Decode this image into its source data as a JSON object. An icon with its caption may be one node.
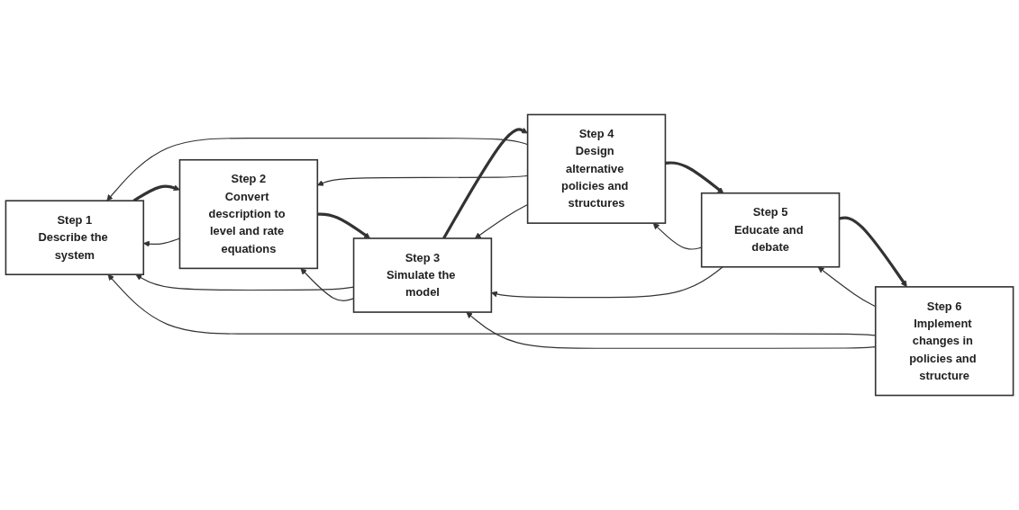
{
  "diagram": {
    "nodes": [
      {
        "text": [
          "Step 1",
          "Describe the system"
        ]
      },
      {
        "text": [
          "Step 2",
          "Convert description to level and rate equations"
        ]
      },
      {
        "text": [
          "Step 3",
          "Simulate the model"
        ]
      },
      {
        "text": [
          "Step 4",
          "Design alternative policies and structures"
        ]
      },
      {
        "text": [
          "Step 5",
          "Educate and debate"
        ]
      },
      {
        "text": [
          "Step 6",
          "Implement changes in policies and structure"
        ]
      }
    ],
    "edges": [
      {
        "from": 0,
        "to": 1,
        "arrow": "to",
        "style": "thick"
      },
      {
        "from": 1,
        "to": 2,
        "arrow": "to",
        "style": "thick"
      },
      {
        "from": 2,
        "to": 3,
        "arrow": "to",
        "style": "thick"
      },
      {
        "from": 3,
        "to": 4,
        "arrow": "to",
        "style": "thick"
      },
      {
        "from": 4,
        "to": 5,
        "arrow": "to",
        "style": "thick"
      },
      {
        "from": 3,
        "to": 0,
        "arrow": "to"
      },
      {
        "from": 3,
        "to": 1,
        "arrow": "to"
      },
      {
        "from": 3,
        "to": 2,
        "arrow": "to"
      },
      {
        "from": 4,
        "to": 3,
        "arrow": "to"
      },
      {
        "from": 5,
        "to": 4,
        "arrow": "to"
      },
      {
        "from": 1,
        "to": 0,
        "arrow": "to"
      },
      {
        "from": 2,
        "to": 0,
        "arrow": "to"
      },
      {
        "from": 5,
        "to": 0,
        "arrow": "to"
      },
      {
        "from": 2,
        "to": 1,
        "arrow": "to"
      },
      {
        "from": 4,
        "to": 2,
        "arrow": "to"
      },
      {
        "from": 5,
        "to": 2,
        "arrow": "to"
      }
    ]
  }
}
